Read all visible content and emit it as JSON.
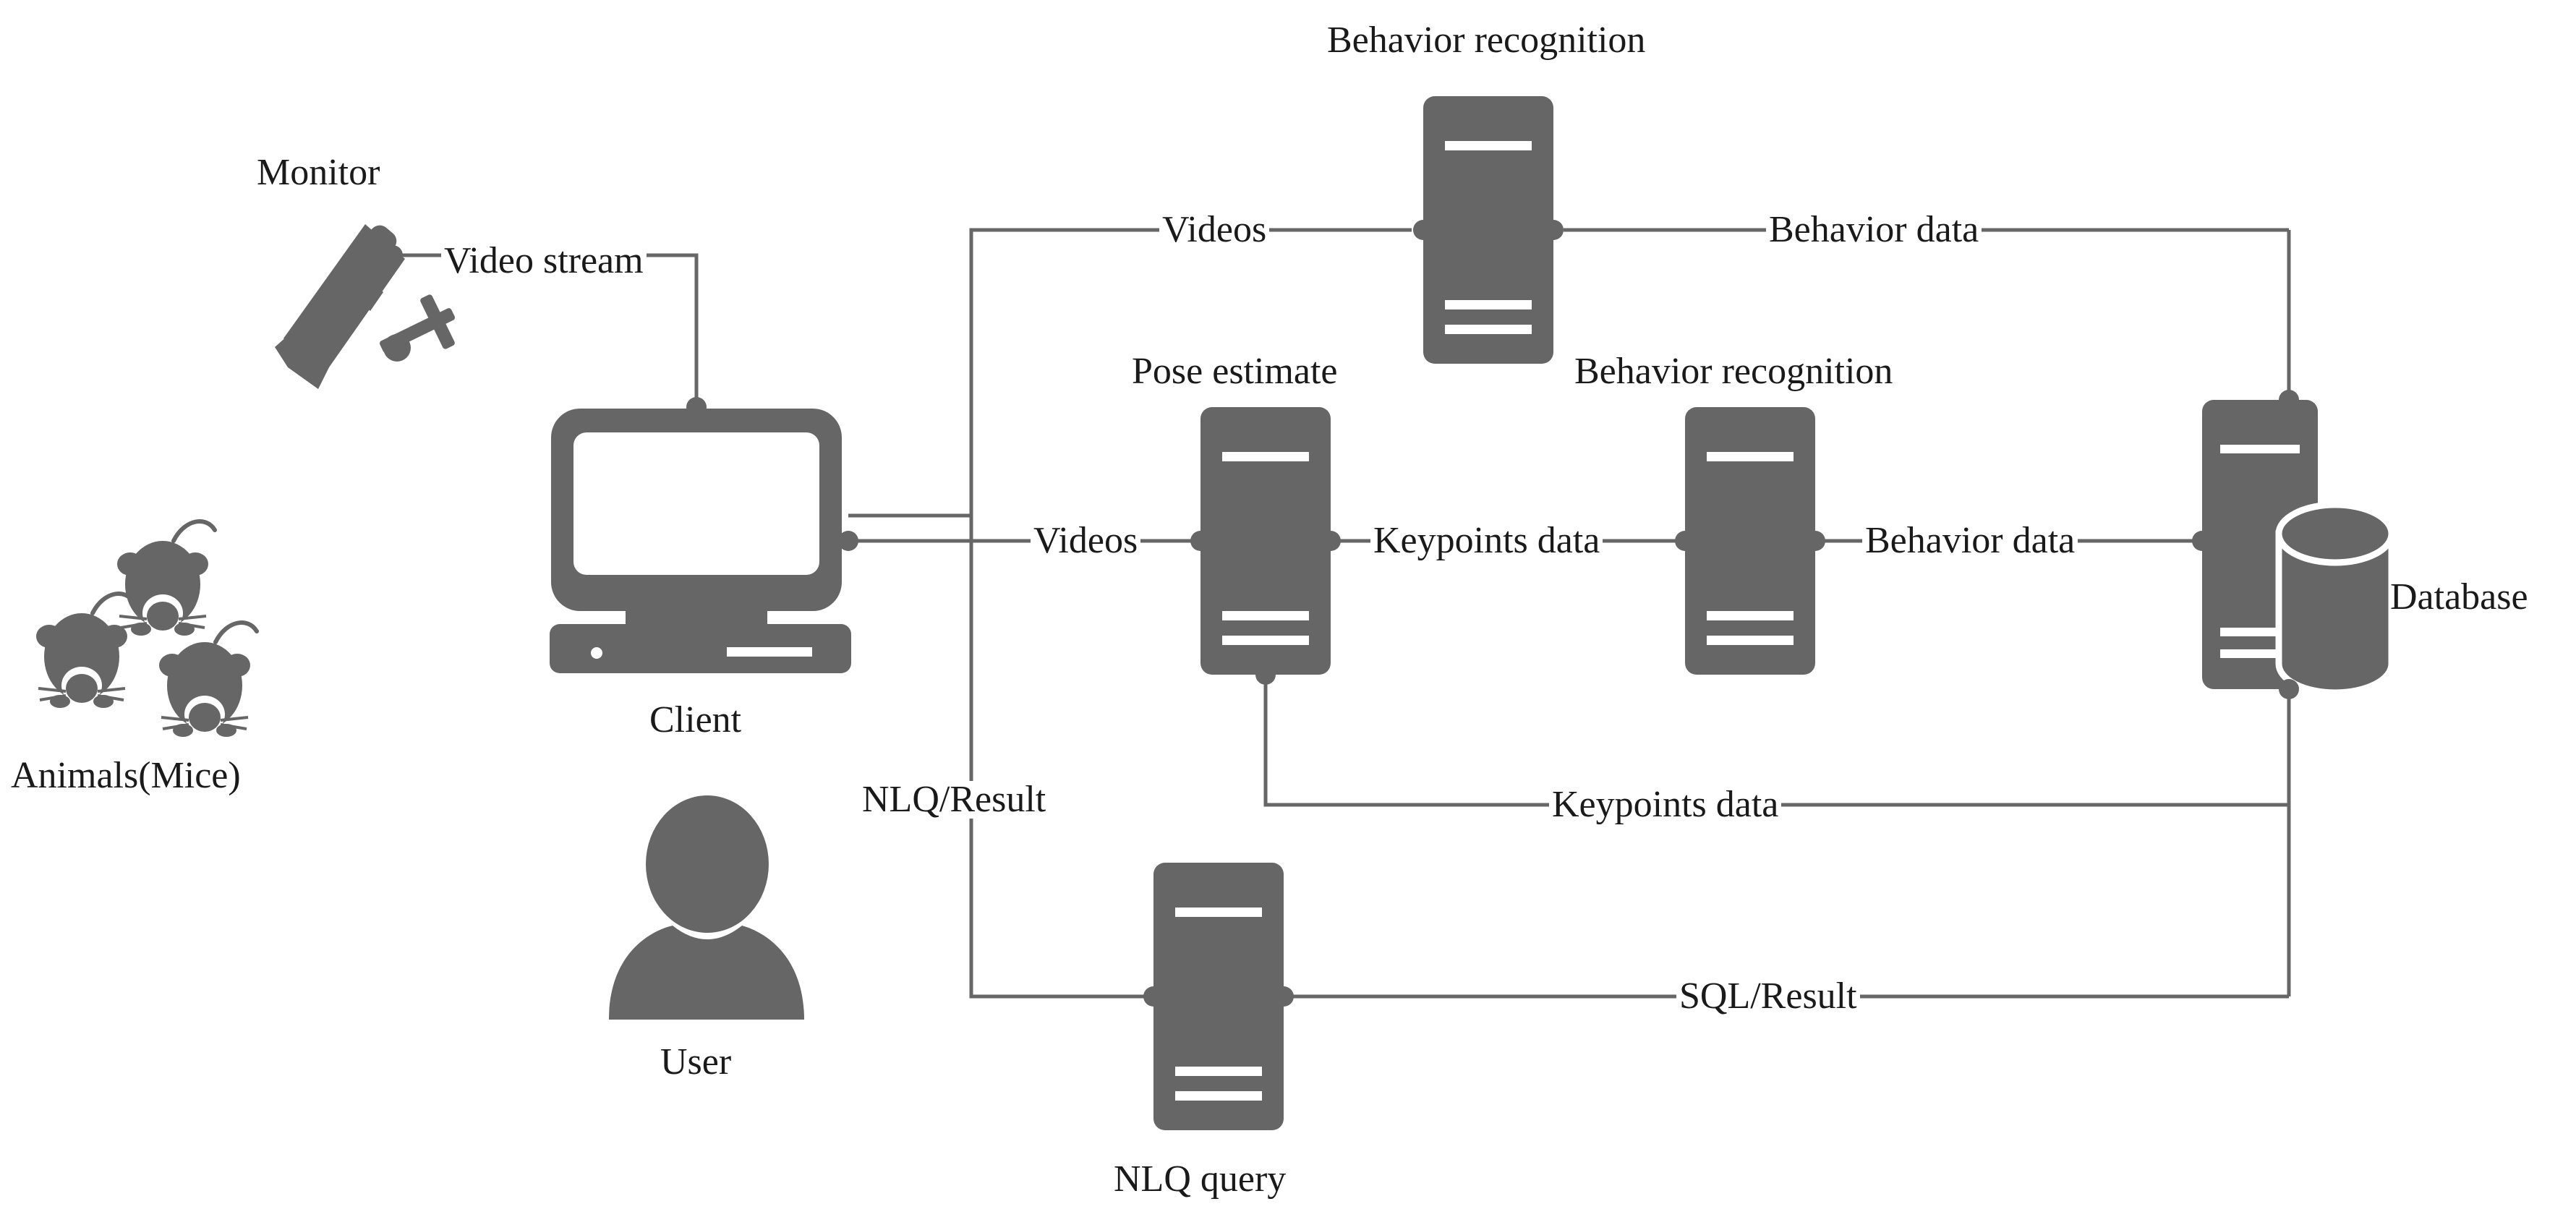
{
  "colors": {
    "shape": "#666666",
    "line": "#666666",
    "text": "#1a1a1a",
    "background": "#ffffff"
  },
  "nodes": {
    "monitor": {
      "label": "Monitor",
      "icon": "camera-icon"
    },
    "animals": {
      "label": "Animals(Mice)",
      "icon": "mouse-icon"
    },
    "client": {
      "label": "Client",
      "icon": "computer-icon"
    },
    "user": {
      "label": "User",
      "icon": "user-icon"
    },
    "behavior_top": {
      "label": "Behavior recognition",
      "icon": "server-icon"
    },
    "pose": {
      "label": "Pose estimate",
      "icon": "server-icon"
    },
    "behavior_mid": {
      "label": "Behavior recognition",
      "icon": "server-icon"
    },
    "database": {
      "label": "Database",
      "icon": "database-icon"
    },
    "nlq": {
      "label": "NLQ query",
      "icon": "server-icon"
    }
  },
  "edges": {
    "video_stream": "Video stream",
    "videos_top": "Videos",
    "behavior_data_top": "Behavior data",
    "videos_mid": "Videos",
    "keypoints_mid": "Keypoints data",
    "behavior_data_mid": "Behavior data",
    "keypoints_bottom": "Keypoints data",
    "nlq_result": "NLQ/Result",
    "sql_result": "SQL/Result"
  }
}
